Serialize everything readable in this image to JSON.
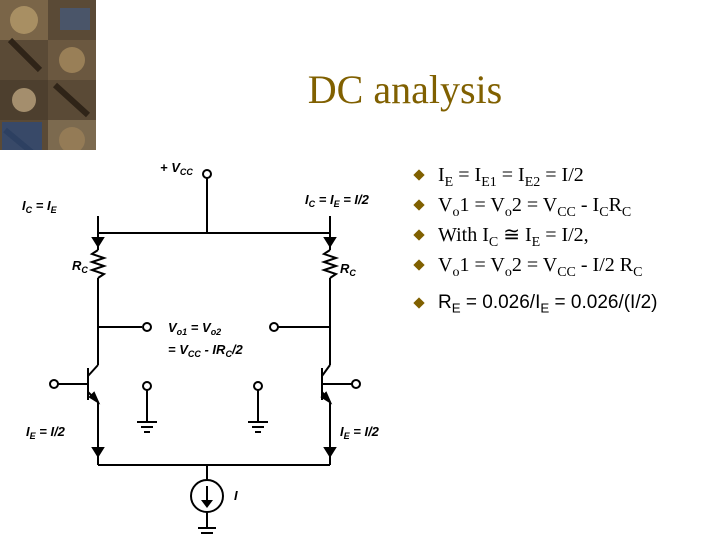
{
  "title": "DC analysis",
  "accent_color": "#806000",
  "bullet_marker_icon": "diamond-bullet-icon",
  "bullets": [
    {
      "parts": [
        "I",
        "E",
        " = I",
        "E1",
        " = I",
        "E2",
        " = I/2"
      ]
    },
    {
      "parts": [
        "V",
        "o",
        "1 = V",
        "o",
        "2 = V",
        "CC",
        " - I",
        "C",
        "R",
        "C"
      ]
    },
    {
      "parts": [
        "With I",
        "C",
        " ≅ I",
        "E",
        " = I/2,"
      ]
    },
    {
      "parts": [
        "V",
        "o",
        "1 = V",
        "o",
        "2 = V",
        "CC",
        " - I/2 R",
        "C"
      ]
    },
    {
      "parts": [
        "R",
        "E",
        " = 0.026/I",
        "E",
        " = 0.026/(I/2)"
      ]
    }
  ],
  "circuit": {
    "supply_label": "+ V",
    "supply_sub": "CC",
    "left_current_label": "I",
    "left_current_sub1": "C",
    "left_current_mid": " = I",
    "left_current_sub2": "E",
    "right_current_label": "I",
    "right_current_sub1": "C",
    "right_current_mid": " = I",
    "right_current_sub2": "E",
    "right_current_tail": " = I/2",
    "rc_left": "R",
    "rc_left_sub": "C",
    "rc_right": "R",
    "rc_right_sub": "C",
    "vout_label": "V",
    "vout_sub1": "o1",
    "vout_mid": " = V",
    "vout_sub2": "o2",
    "vout_eq2": "= V",
    "vout_eq2_sub": "CC",
    "vout_eq2_mid": " - IR",
    "vout_eq2_sub2": "C",
    "vout_eq2_tail": "/2",
    "ie_left": "I",
    "ie_left_sub": "E",
    "ie_left_tail": " = I/2",
    "ie_right": "I",
    "ie_right_sub": "E",
    "ie_right_tail": " = I/2",
    "source_label": "I"
  }
}
